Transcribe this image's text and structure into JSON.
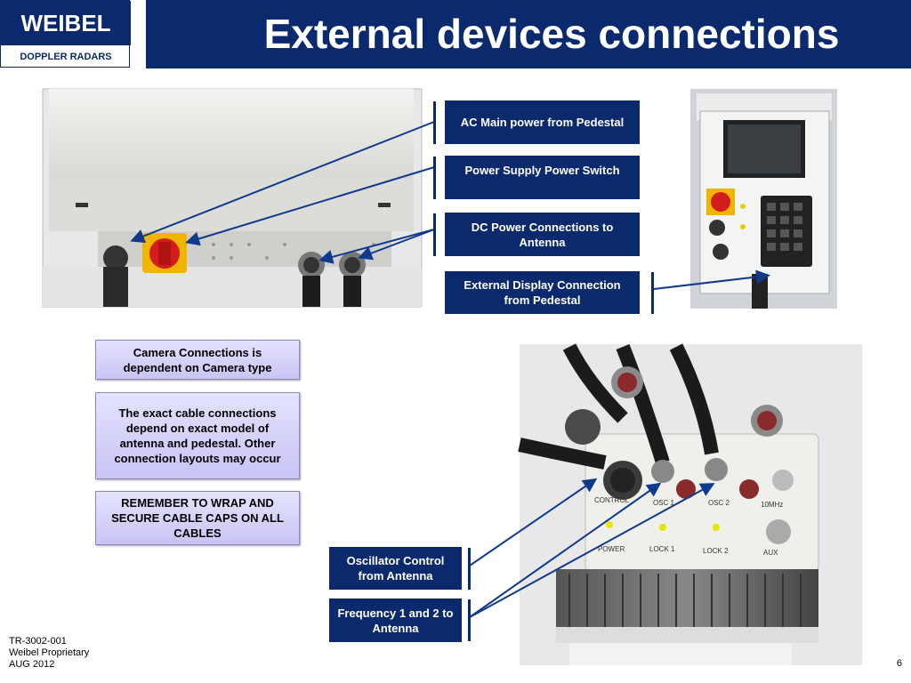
{
  "header": {
    "title": "External devices connections"
  },
  "logo": {
    "name": "WEIBEL",
    "tagline": "DOPPLER RADARS"
  },
  "callouts": {
    "ac_main": "AC Main power from Pedestal",
    "ps_switch": "Power Supply Power Switch",
    "dc_power": "DC Power Connections to Antenna",
    "ext_display": "External Display Connection from Pedestal",
    "osc_control": "Oscillator Control from Antenna",
    "freq": "Frequency 1 and 2 to Antenna"
  },
  "notes": {
    "camera": "Camera Connections is dependent on Camera type",
    "cable": "The exact cable connections depend on exact model of antenna and pedestal. Other connection layouts may occur",
    "remember": "REMEMBER TO WRAP AND SECURE CABLE CAPS ON ALL CABLES"
  },
  "oscillator_labels": {
    "control": "CONTROL",
    "osc1": "OSC 1",
    "osc2": "OSC 2",
    "tenmhz": "10MHz",
    "power": "POWER",
    "lock1": "LOCK 1",
    "lock2": "LOCK 2",
    "aux": "AUX"
  },
  "footer": {
    "doc_id": "TR-3002-001",
    "proprietary": "Weibel Proprietary",
    "date": "AUG 2012",
    "page": "6"
  },
  "colors": {
    "brand_navy": "#0b2a6e",
    "note_fill": "#d6d3fa",
    "arrow": "#0f3a8c"
  }
}
